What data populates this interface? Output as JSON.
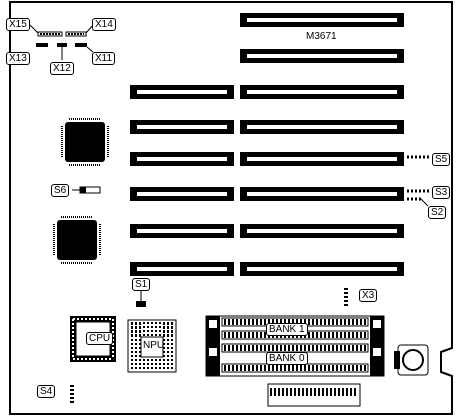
{
  "board": {
    "model": "M3671",
    "jumpers": [
      "X15",
      "X14",
      "X13",
      "X12",
      "X11",
      "S6",
      "S5",
      "S3",
      "S2",
      "S1",
      "X3",
      "S4"
    ],
    "chips": {
      "cpu": "CPU",
      "npu": "NPU"
    },
    "memory": {
      "bank1": "BANK 1",
      "bank0": "BANK 0"
    }
  }
}
